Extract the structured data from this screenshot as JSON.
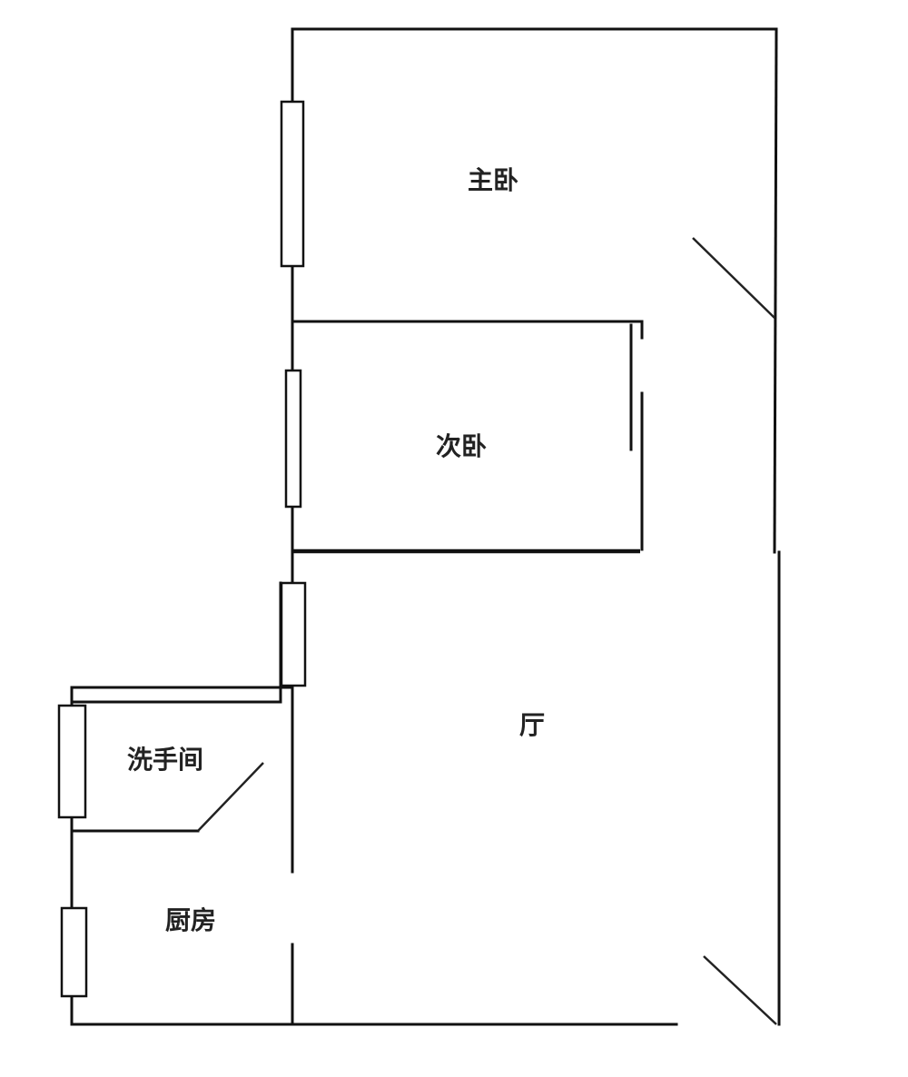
{
  "floor_plan": {
    "rooms": {
      "master_bedroom": "主卧",
      "second_bedroom": "次卧",
      "living_room": "厅",
      "bathroom": "洗手间",
      "kitchen": "厨房"
    }
  },
  "colors": {
    "line": "#111111",
    "background": "#ffffff"
  }
}
